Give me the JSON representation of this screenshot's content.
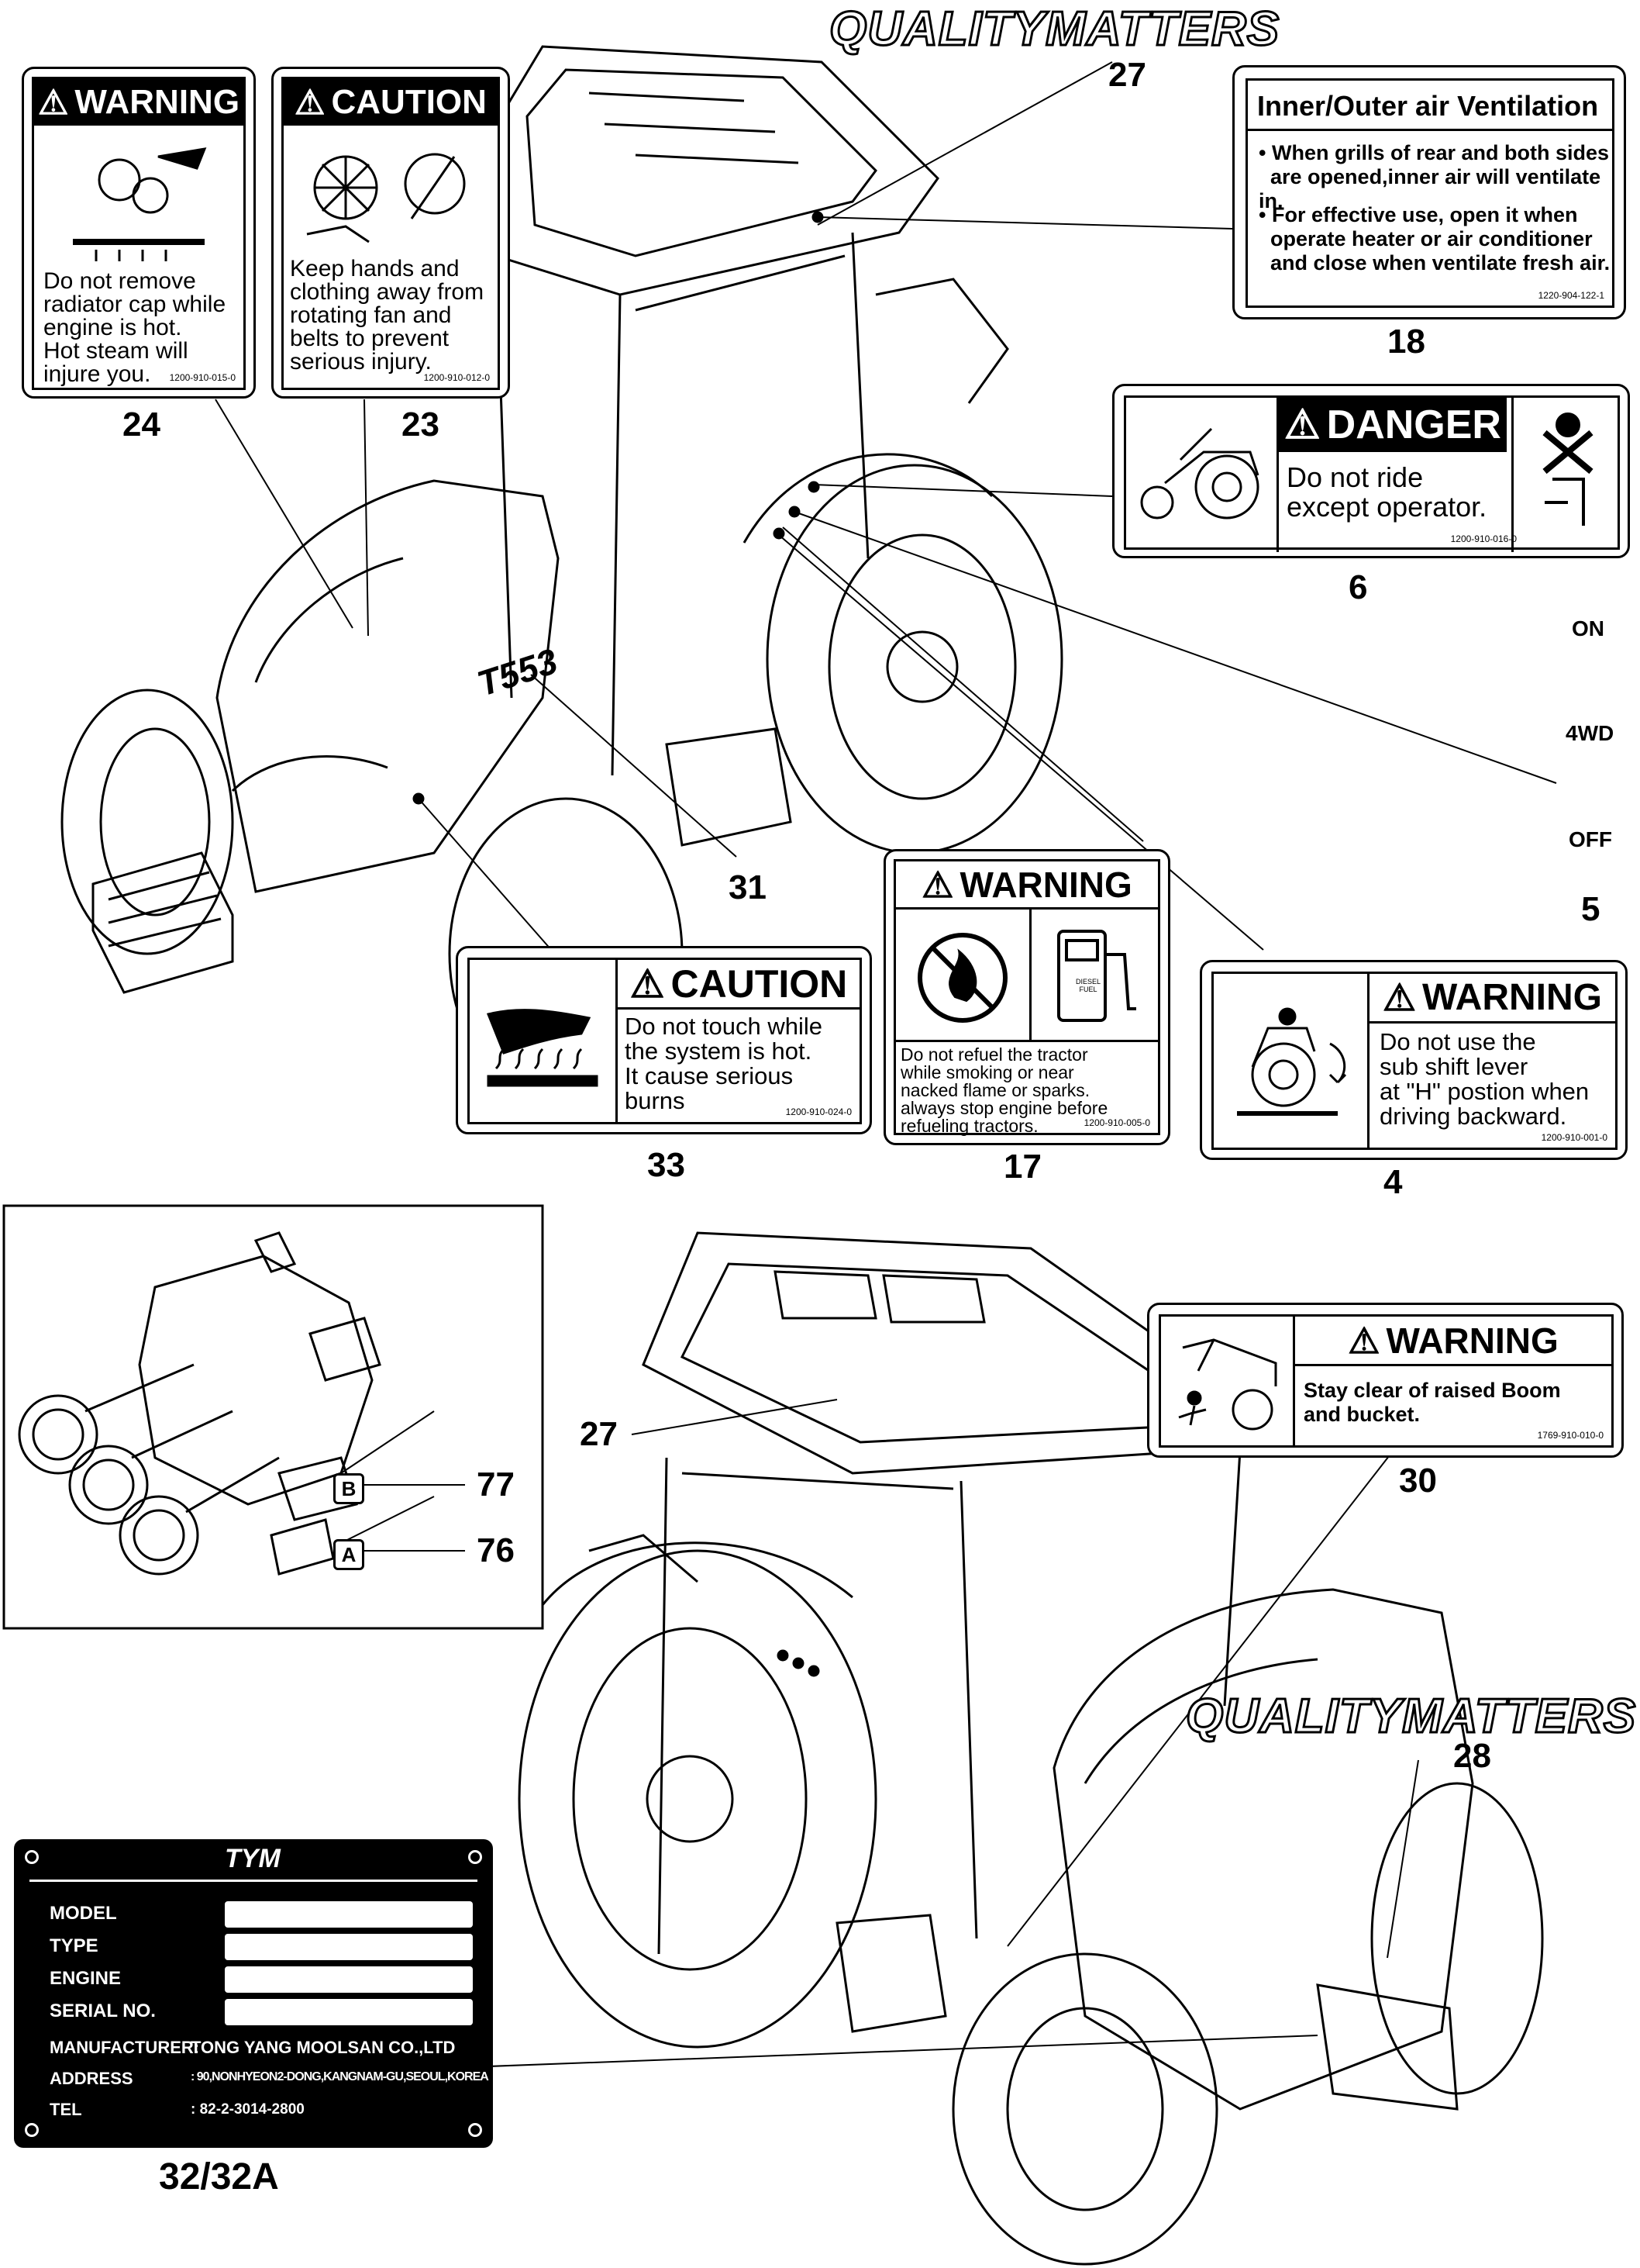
{
  "logos": {
    "quality_matters": "QUALITYMATTERS",
    "plate_brand": "TYM"
  },
  "decals": {
    "d24": {
      "header": "WARNING",
      "text": [
        "Do not remove",
        "radiator cap while",
        "engine is hot.",
        "Hot steam will",
        "injure you."
      ],
      "code": "1200-910-015-0",
      "number": "24"
    },
    "d23": {
      "header": "CAUTION",
      "text": [
        "Keep hands and",
        "clothing away from",
        "rotating  fan and",
        "belts to   prevent",
        "serious injury."
      ],
      "code": "1200-910-012-0",
      "number": "23"
    },
    "d27a": {
      "number": "27"
    },
    "d18": {
      "title": "Inner/Outer air Ventilation",
      "bullets": [
        [
          "When grills of rear and both sides",
          "are opened,inner air will ventilate in."
        ],
        [
          "For effective use, open it when",
          "operate heater or air conditioner",
          "and close when ventilate fresh air."
        ]
      ],
      "code": "1220-904-122-1",
      "number": "18"
    },
    "d6": {
      "header": "DANGER",
      "text": [
        "Do not ride",
        "except operator."
      ],
      "code": "1200-910-016-0",
      "number": "6"
    },
    "d5": {
      "on": "ON",
      "mode": "4WD",
      "off": "OFF",
      "number": "5"
    },
    "d31": {
      "number": "31",
      "model_text": "T553"
    },
    "d33": {
      "header": "CAUTION",
      "text": [
        "Do not touch while",
        "the system is hot.",
        "It cause serious",
        "burns"
      ],
      "code": "1200-910-024-0",
      "number": "33"
    },
    "d17": {
      "header": "WARNING",
      "text": [
        "Do not refuel the tractor",
        "while smoking or near",
        "nacked flame  or sparks.",
        "always stop engine before",
        "refueling tractors."
      ],
      "fuel_label": "DIESEL FUEL",
      "code": "1200-910-005-0",
      "number": "17"
    },
    "d4": {
      "header": "WARNING",
      "text": [
        "Do not use the",
        "sub shift lever",
        "at \"H\" postion when",
        "driving backward."
      ],
      "code": "1200-910-001-0",
      "number": "4"
    },
    "d30": {
      "header": "WARNING",
      "text": [
        "Stay clear of raised Boom",
        "and bucket."
      ],
      "code": "1769-910-010-0",
      "number": "30"
    },
    "d27b": {
      "number": "27"
    },
    "d28": {
      "number": "28"
    },
    "valve": {
      "tag_b": "B",
      "tag_a": "A",
      "n77": "77",
      "n76": "76"
    }
  },
  "plate": {
    "number": "32/32A",
    "rows": [
      {
        "label": "MODEL"
      },
      {
        "label": "TYPE"
      },
      {
        "label": "ENGINE"
      },
      {
        "label": "SERIAL NO."
      }
    ],
    "manufacturer_label": "MANUFACTURER:",
    "manufacturer": "TONG YANG MOOLSAN CO.,LTD",
    "address_label": "ADDRESS",
    "address": ": 90,NONHYEON2-DONG,KANGNAM-GU,SEOUL,KOREA",
    "tel_label": "TEL",
    "tel": ": 82-2-3014-2800"
  }
}
